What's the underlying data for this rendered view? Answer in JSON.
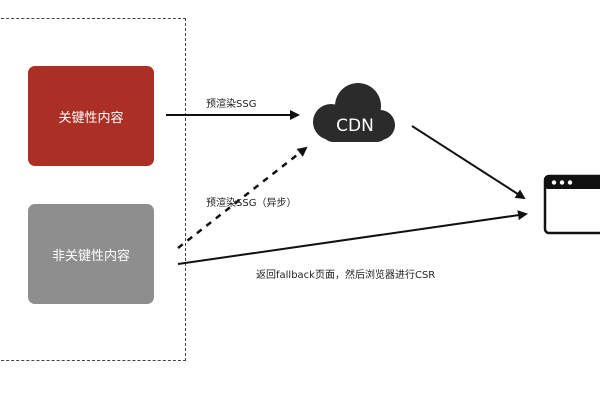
{
  "nodes": {
    "key_content": "关键性内容",
    "nonkey_content": "非关键性内容",
    "cdn": "CDN"
  },
  "edges": {
    "prerender_ssg": "预渲染SSG",
    "prerender_ssg_async": "预渲染SSG（异步）",
    "fallback_csr": "返回fallback页面，然后浏览器进行CSR"
  },
  "icons": {
    "cloud": "cloud-icon",
    "browser": "browser-window-icon"
  },
  "colors": {
    "key_box": "#ab2f24",
    "nonkey_box": "#8e8e8e",
    "cloud": "#2b2b2b"
  }
}
